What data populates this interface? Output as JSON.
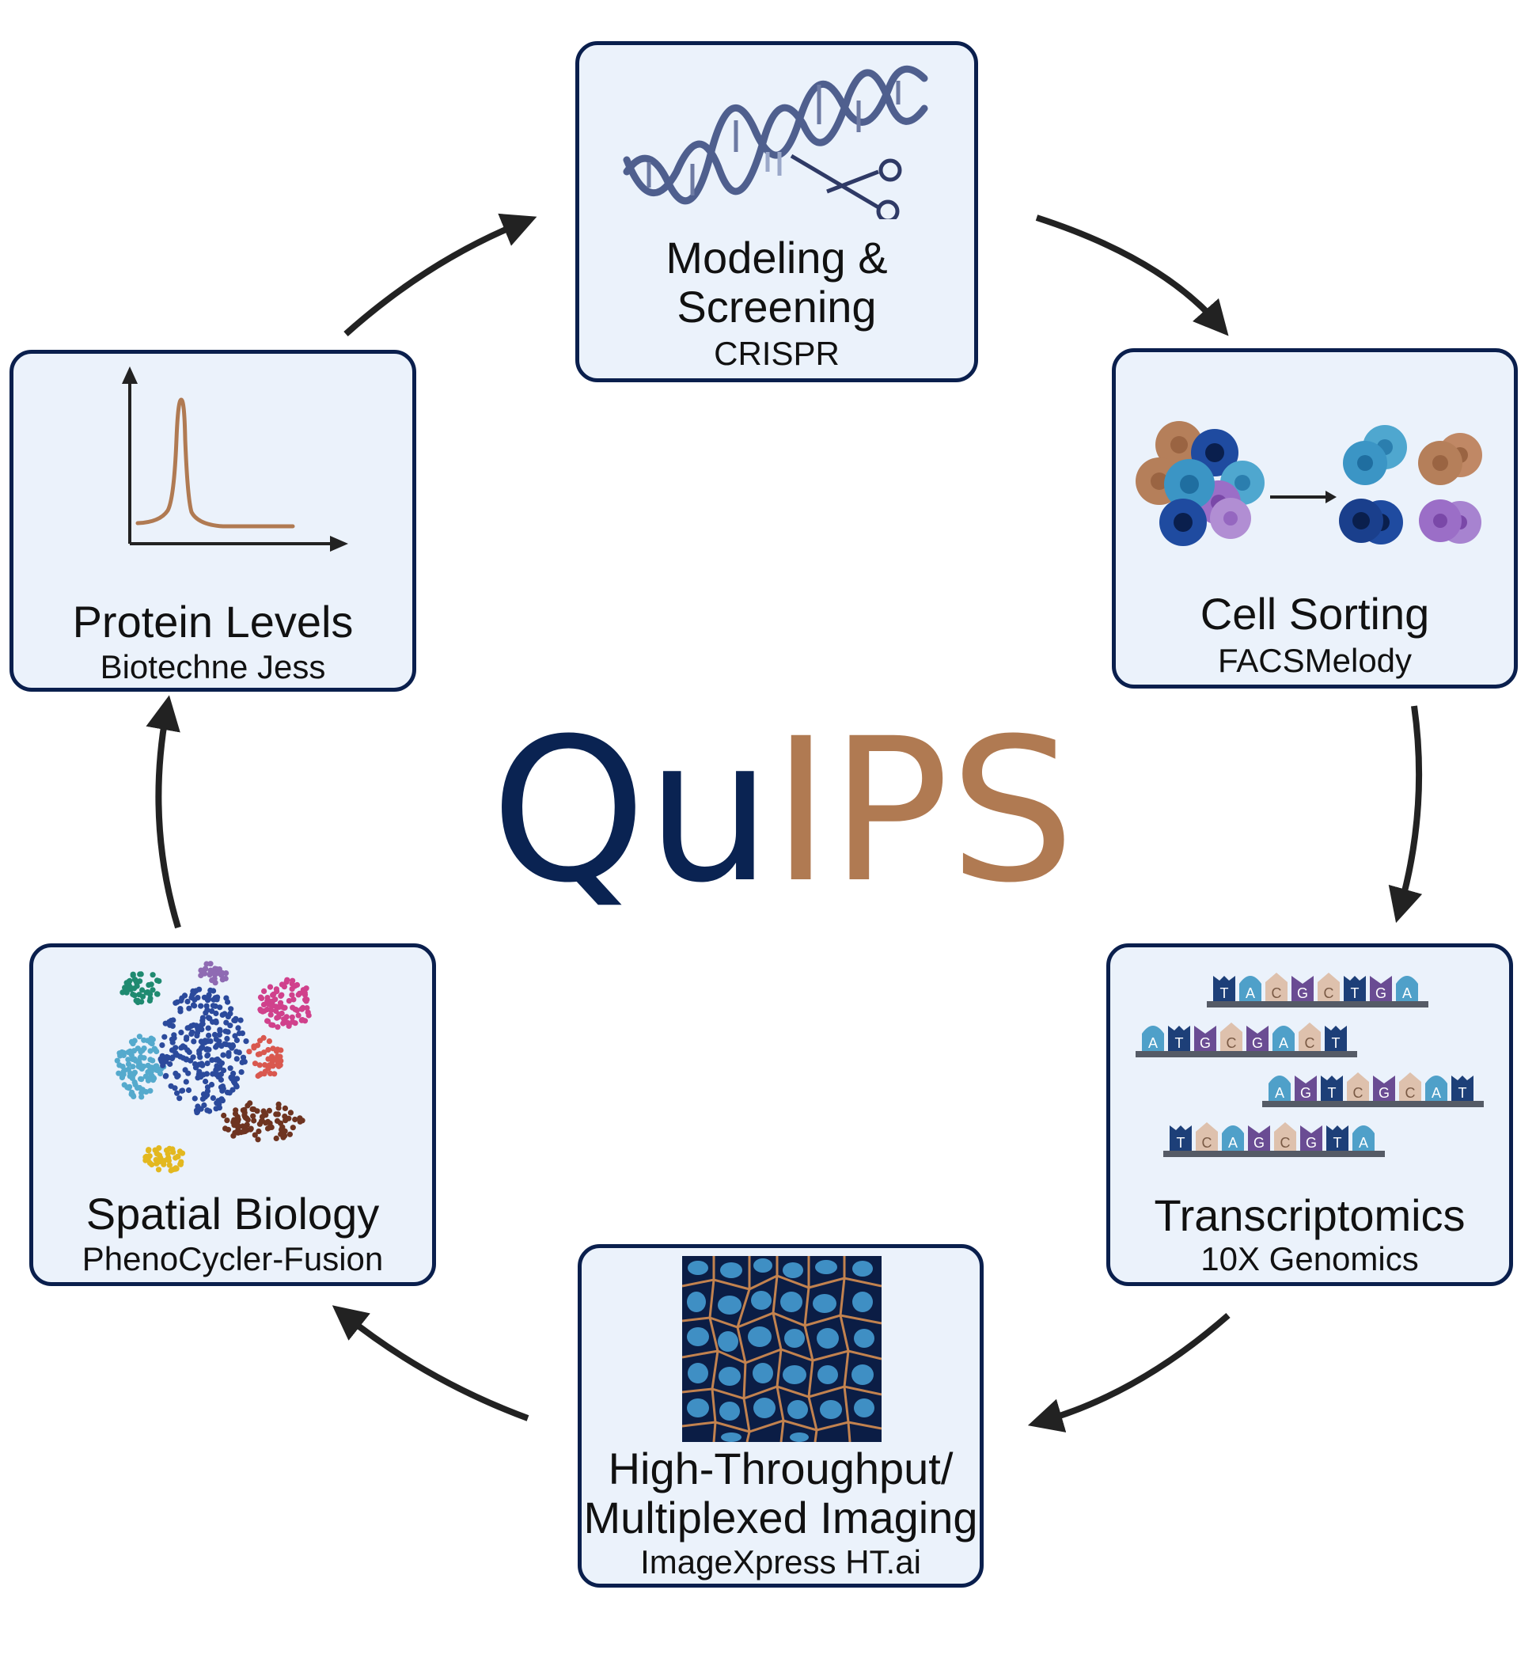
{
  "title": {
    "part1": "Qu",
    "part2": "IPS",
    "color1": "#0a2352",
    "color2": "#b07a52"
  },
  "colors": {
    "card_bg": "#ebf2fb",
    "card_border": "#0a1f4d",
    "arrow": "#222222"
  },
  "stages": [
    {
      "id": "modeling",
      "title_lines": [
        "Modeling &",
        "Screening"
      ],
      "subtitle": "CRISPR",
      "icon": "dna-scissors-icon"
    },
    {
      "id": "sorting",
      "title_lines": [
        "Cell Sorting"
      ],
      "subtitle": "FACSMelody",
      "icon": "cells-sorting-icon"
    },
    {
      "id": "transcriptomics",
      "title_lines": [
        "Transcriptomics"
      ],
      "subtitle": "10X Genomics",
      "icon": "sequence-reads-icon"
    },
    {
      "id": "imaging",
      "title_lines": [
        "High-Throughput/",
        "Multiplexed Imaging"
      ],
      "subtitle": "ImageXpress HT.ai",
      "icon": "cell-image-icon"
    },
    {
      "id": "spatial",
      "title_lines": [
        "Spatial Biology"
      ],
      "subtitle": "PhenoCycler-Fusion",
      "icon": "cluster-plot-icon"
    },
    {
      "id": "protein",
      "title_lines": [
        "Protein Levels"
      ],
      "subtitle": "Biotechne Jess",
      "icon": "peak-chart-icon"
    }
  ],
  "sequence_reads": [
    [
      "T",
      "A",
      "C",
      "G",
      "C",
      "T",
      "G",
      "A"
    ],
    [
      "A",
      "T",
      "G",
      "C",
      "G",
      "A",
      "C",
      "T"
    ],
    [
      "A",
      "G",
      "T",
      "C",
      "G",
      "C",
      "A",
      "T"
    ],
    [
      "T",
      "C",
      "A",
      "G",
      "C",
      "G",
      "T",
      "A"
    ]
  ]
}
